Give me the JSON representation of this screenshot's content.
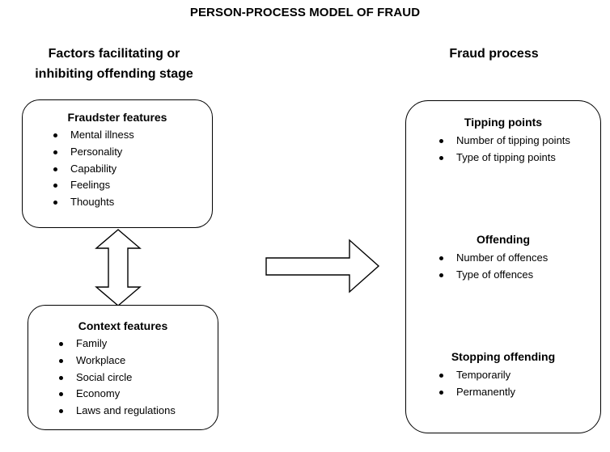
{
  "title": "PERSON-PROCESS MODEL OF FRAUD",
  "left_heading": [
    "Factors facilitating or",
    "inhibiting offending stage"
  ],
  "right_heading": "Fraud process",
  "fraudster": {
    "title": "Fraudster features",
    "items": [
      "Mental illness",
      "Personality",
      "Capability",
      "Feelings",
      "Thoughts"
    ]
  },
  "context": {
    "title": "Context features",
    "items": [
      "Family",
      "Workplace",
      "Social circle",
      "Economy",
      "Laws and regulations"
    ]
  },
  "process": {
    "sections": [
      {
        "title": "Tipping points",
        "items": [
          "Number of tipping points",
          "Type of tipping points"
        ]
      },
      {
        "title": "Offending",
        "items": [
          "Number of offences",
          "Type of offences"
        ]
      },
      {
        "title": "Stopping offending",
        "items": [
          "Temporarily",
          "Permanently"
        ]
      }
    ]
  }
}
